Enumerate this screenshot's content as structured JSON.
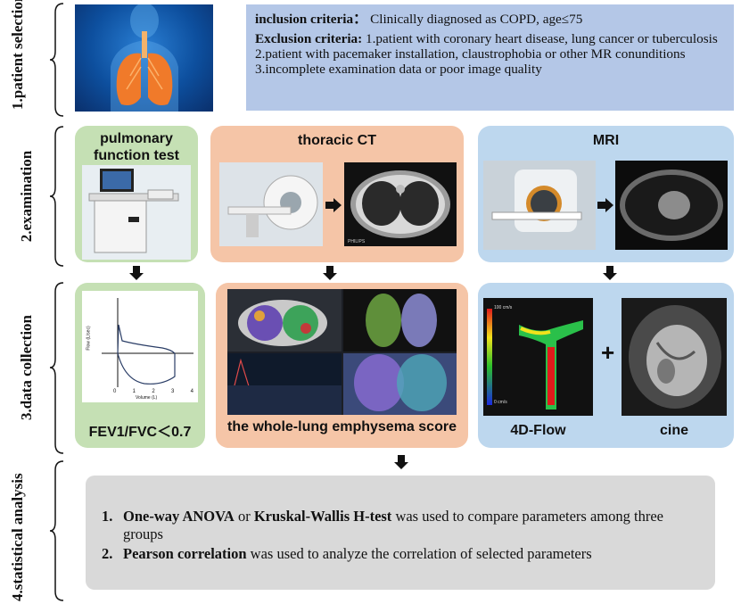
{
  "stages": [
    {
      "label": "1.patient selection"
    },
    {
      "label": "2.examination"
    },
    {
      "label": "3.data collection"
    },
    {
      "label": "4.statistical analysis"
    }
  ],
  "criteria": {
    "inclusion_heading": "inclusion criteria",
    "inclusion_text": "Clinically diagnosed as COPD, age≤75",
    "exclusion_heading": "Exclusion criteria:",
    "exclusion_text": " 1.patient with coronary heart disease, lung cancer or tuberculosis  2.patient with pacemaker installation, claustrophobia or other MR conunditions 3.incomplete examination data or poor image quality"
  },
  "examination": {
    "pft_title": "pulmonary function test",
    "ct_title": "thoracic CT",
    "mri_title": "MRI",
    "ct_brand": "PHILIPS"
  },
  "data_collection": {
    "spirometry": {
      "ylabel": "Flow (L/sec)",
      "xlabel": "Volume (L)",
      "xticks": [
        "0",
        "1",
        "2",
        "3",
        "4"
      ],
      "footer": "FEV1/FVC＜0.7"
    },
    "ct_footer": "the whole-lung emphysema score",
    "mri": {
      "flow_label": "4D-Flow",
      "cine_label": "cine",
      "colorbar_top": "100 cm/s",
      "colorbar_bottom": "0 cm/s",
      "plus": "+"
    }
  },
  "statistics": {
    "items": [
      {
        "num": "1.",
        "b1": "One-way ANOVA",
        "t1": " or ",
        "b2": "Kruskal-Wallis H-test",
        "t2": " was used to compare parameters among three groups"
      },
      {
        "num": "2.",
        "b1": "Pearson correlation",
        "t1": " was used to analyze the correlation of selected parameters"
      }
    ]
  },
  "colors": {
    "green": "#c5e0b4",
    "orange": "#f5c5a7",
    "blue": "#bdd7ee",
    "criteria_blue": "#b4c7e7",
    "gray": "#d9d9d9"
  }
}
